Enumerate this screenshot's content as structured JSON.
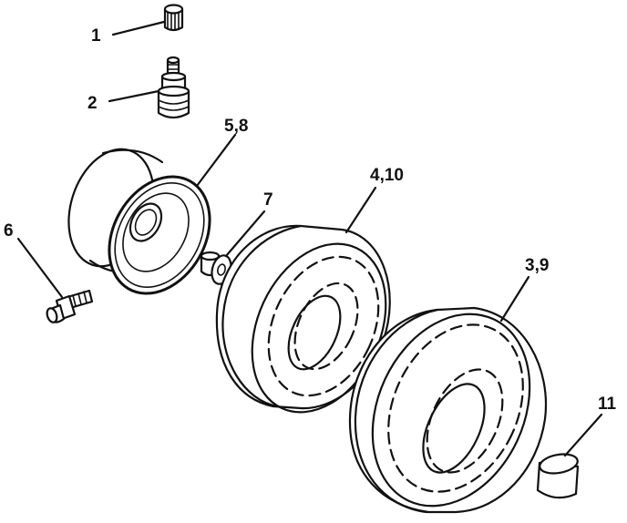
{
  "diagram": {
    "callouts": {
      "c1": "1",
      "c2": "2",
      "c3": "5,8",
      "c4": "4,10",
      "c5": "7",
      "c6": "6",
      "c7": "3,9",
      "c8": "11"
    },
    "parts": [
      {
        "id": "valve-cap",
        "callout": "1"
      },
      {
        "id": "valve-stem",
        "callout": "2"
      },
      {
        "id": "wheel-rim",
        "callout": "5,8"
      },
      {
        "id": "bushing",
        "callout": "7"
      },
      {
        "id": "front-tire",
        "callout": "4,10"
      },
      {
        "id": "rear-tire",
        "callout": "3,9"
      },
      {
        "id": "grease-fitting",
        "callout": "6"
      },
      {
        "id": "hub-cap",
        "callout": "11"
      }
    ]
  }
}
